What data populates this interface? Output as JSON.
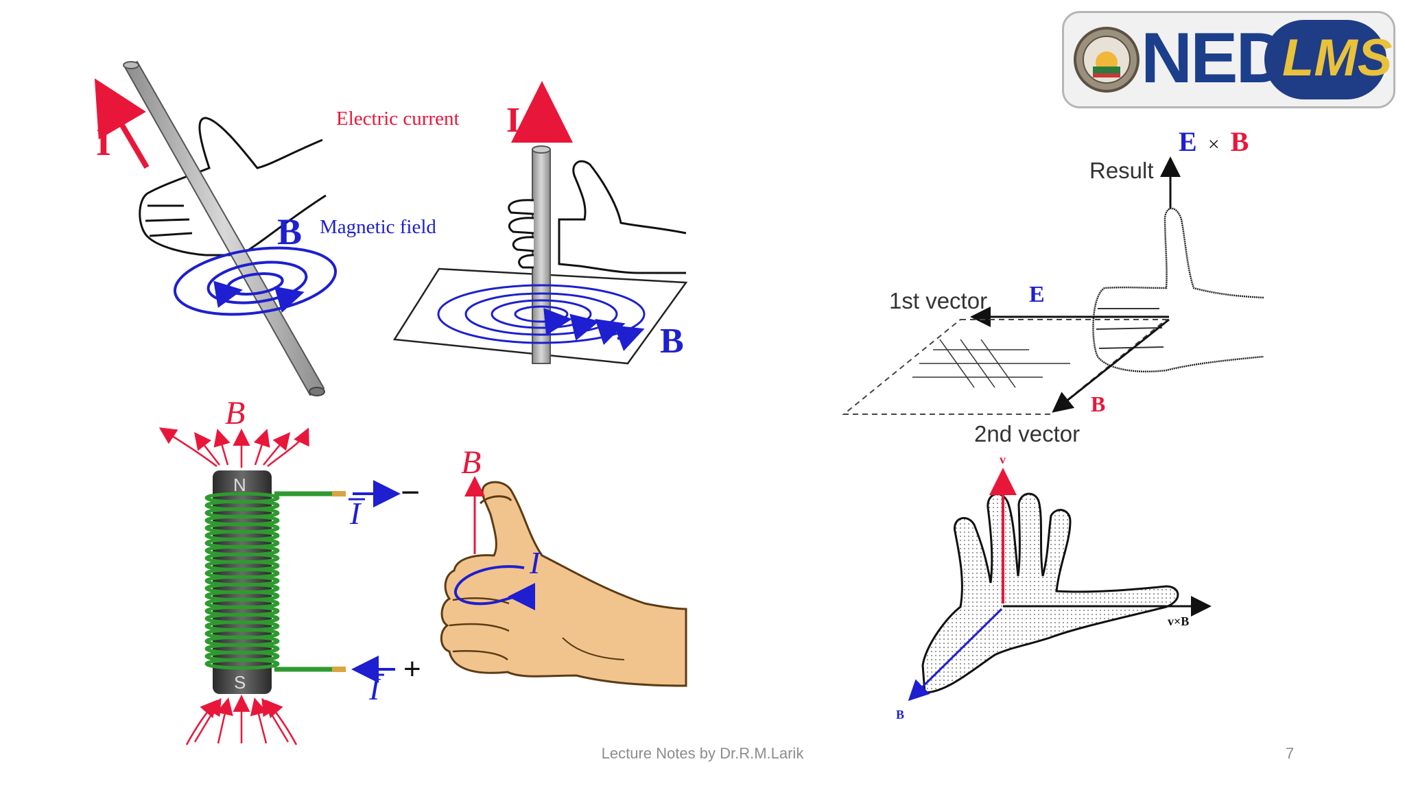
{
  "logo": {
    "ned": "NED",
    "lms": "LMS"
  },
  "fig1": {
    "current_symbol": "I",
    "field_symbol": "B",
    "field_caption": "Magnetic field"
  },
  "fig2": {
    "current_caption": "Electric current",
    "current_symbol": "I",
    "field_symbol": "B"
  },
  "fig3": {
    "field_symbol": "B",
    "north": "N",
    "south": "S",
    "current_top": "I",
    "current_bottom": "I",
    "minus": "−",
    "plus": "+",
    "thumb_field_symbol": "B",
    "thumb_current_symbol": "I"
  },
  "fig4": {
    "cross_e": "E",
    "cross_times": "×",
    "cross_b": "B",
    "result_label": "Result",
    "first_vector_label": "1st  vector",
    "e_label": "E",
    "b_label": "B",
    "second_vector_label": "2nd  vector"
  },
  "fig5": {
    "v_label": "v",
    "vxb_label": "v×B",
    "b_label": "B"
  },
  "footer": {
    "text": "Lecture Notes by Dr.R.M.Larik",
    "page": "7"
  },
  "colors": {
    "red": "#e8173a",
    "blue": "#1d1fd0",
    "coil_green": "#2f9a2f",
    "skin": "#f2c48d",
    "logo_blue": "#1c3f8c"
  }
}
